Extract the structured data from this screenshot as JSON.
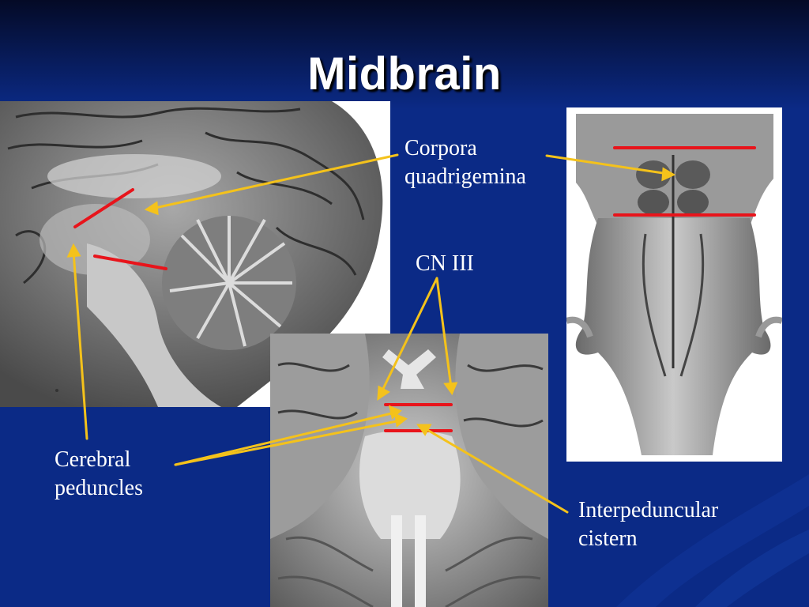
{
  "slide": {
    "title": "Midbrain",
    "colors": {
      "background": "#0b2a86",
      "label_text": "#ffffff",
      "pointer_line": "#f4c21b",
      "section_line": "#e8141b"
    }
  },
  "labels": {
    "corpora_quadrigemina": [
      "Corpora",
      "quadrigemina"
    ],
    "cn_iii": "CN III",
    "cerebral_peduncles": [
      "Cerebral",
      "peduncles"
    ],
    "interpeduncular_cistern": [
      "Interpeduncular",
      "cistern"
    ]
  }
}
